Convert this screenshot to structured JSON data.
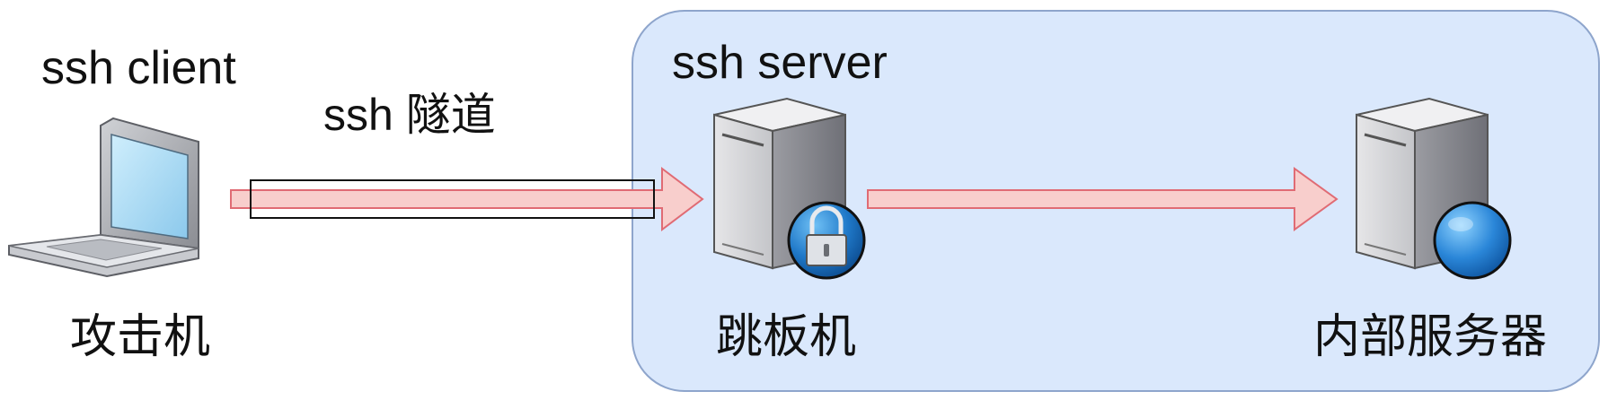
{
  "labels": {
    "client_role": "ssh client",
    "tunnel": "ssh 隧道",
    "server_role": "ssh server",
    "attacker": "攻击机",
    "jump_host": "跳板机",
    "internal_server": "内部服务器"
  },
  "icons": {
    "attacker": "laptop-icon",
    "jump_host": "server-lock-icon",
    "internal_server": "server-globe-icon"
  },
  "colors": {
    "zone_fill": "#dae8fc",
    "zone_stroke": "#8ea5cc",
    "arrow_fill": "#f8cecc",
    "arrow_stroke": "#e06b74",
    "tunnel_stroke": "#111111"
  }
}
